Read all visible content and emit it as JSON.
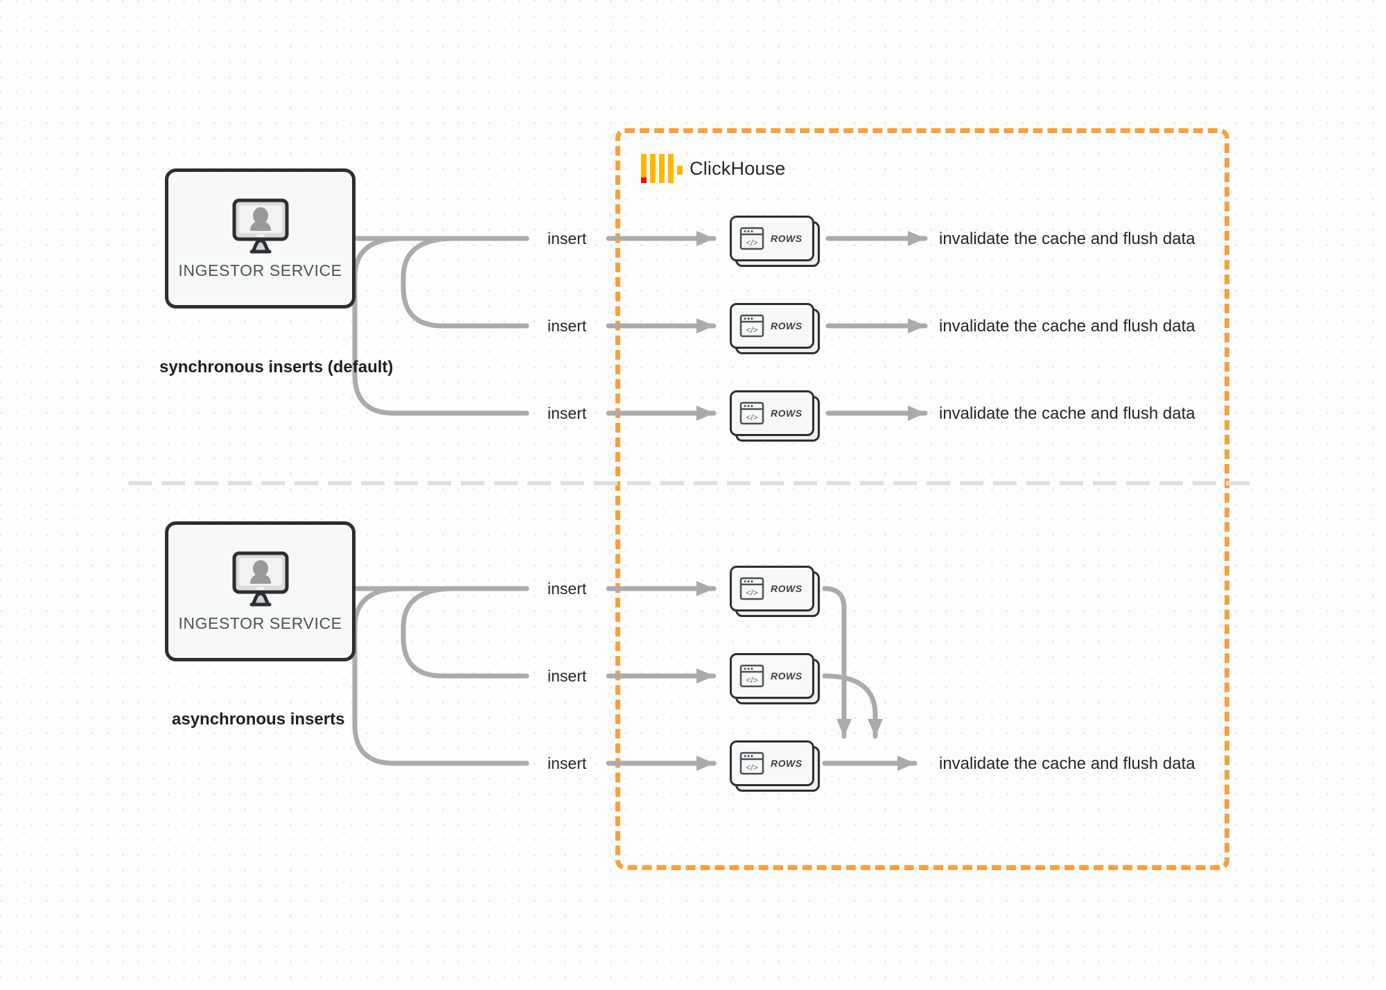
{
  "diagram": {
    "title": "ClickHouse synchronous vs asynchronous inserts",
    "colors": {
      "boundary_orange": "#F9A03C",
      "logo_amber": "#FFB800",
      "logo_red": "#FF0000",
      "wire_gray": "#ABABAB",
      "node_outline": "#2b2e33",
      "node_fill": "#f7f8f8",
      "background": "#fdfdfd",
      "divider_gray": "#e0e0e0"
    }
  },
  "boundary": {
    "brand": "ClickHouse",
    "logo_name": "clickhouse-logo"
  },
  "sections": [
    {
      "id": "synchronous",
      "group_label": "synchronous inserts (default)",
      "source": {
        "label": "INGESTOR SERVICE",
        "icon": "monitor-user-icon"
      },
      "rows": [
        {
          "edge_label": "insert",
          "node_label": "ROWS",
          "node_icon": "code-window-icon",
          "sink_label": "invalidate the cache and flush data"
        },
        {
          "edge_label": "insert",
          "node_label": "ROWS",
          "node_icon": "code-window-icon",
          "sink_label": "invalidate the cache and flush data"
        },
        {
          "edge_label": "insert",
          "node_label": "ROWS",
          "node_icon": "code-window-icon",
          "sink_label": "invalidate the cache and flush data"
        }
      ]
    },
    {
      "id": "asynchronous",
      "group_label": "asynchronous inserts",
      "source": {
        "label": "INGESTOR SERVICE",
        "icon": "monitor-user-icon"
      },
      "rows": [
        {
          "edge_label": "insert",
          "node_label": "ROWS",
          "node_icon": "code-window-icon",
          "sink_label": ""
        },
        {
          "edge_label": "insert",
          "node_label": "ROWS",
          "node_icon": "code-window-icon",
          "sink_label": ""
        },
        {
          "edge_label": "insert",
          "node_label": "ROWS",
          "node_icon": "code-window-icon",
          "sink_label": "invalidate the cache and flush data"
        }
      ]
    }
  ]
}
